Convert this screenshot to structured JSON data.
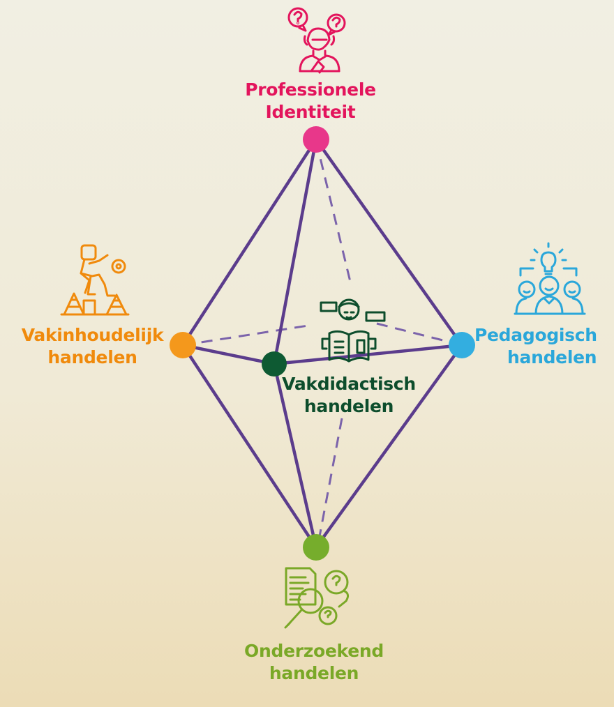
{
  "nodes": {
    "top": {
      "line1": "Professionele",
      "line2": "Identiteit",
      "color": "#e3145c",
      "icon": "thinking-person-icon"
    },
    "left": {
      "line1": "Vakinhoudelijk",
      "line2": "handelen",
      "color": "#f08a0c",
      "icon": "athlete-with-cones-icon"
    },
    "right": {
      "line1": "Pedagogisch",
      "line2": "handelen",
      "color": "#2aa7da",
      "icon": "group-with-lightbulb-icon"
    },
    "center": {
      "line1": "Vakdidactisch",
      "line2": "handelen",
      "color": "#0d4d2c",
      "icon": "teacher-reading-book-icon"
    },
    "bottom": {
      "line1": "Onderzoekend",
      "line2": "handelen",
      "color": "#7aa827",
      "icon": "document-magnifier-icon"
    }
  },
  "edge_color": "#5b3c8c"
}
